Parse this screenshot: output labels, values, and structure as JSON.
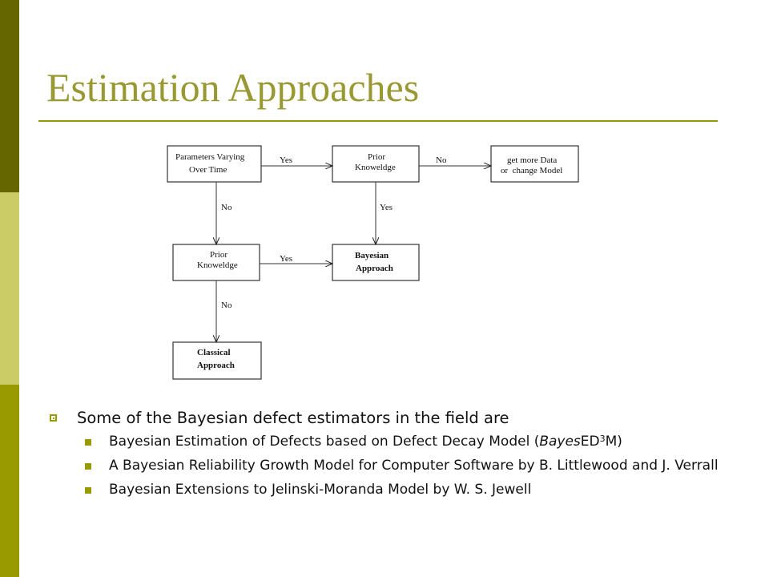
{
  "slide": {
    "title": "Estimation Approaches"
  },
  "flowchart": {
    "nodes": {
      "params": [
        "Parameters Varying",
        "Over Time"
      ],
      "prior_top": [
        "Prior",
        "Knoweldge"
      ],
      "more_data": [
        "get more Data",
        "or  change Model"
      ],
      "prior_left": [
        "Prior",
        "Knoweldge"
      ],
      "bayesian": [
        "Bayesian",
        "Approach"
      ],
      "classical": [
        "Classical",
        "Approach"
      ]
    },
    "edges": {
      "params_to_prior_top": "Yes",
      "prior_top_to_more_data": "No",
      "params_to_prior_left": "No",
      "prior_top_to_bayesian": "Yes",
      "prior_left_to_bayesian": "Yes",
      "prior_left_to_classical": "No"
    }
  },
  "bullets": {
    "main": "Some of the Bayesian defect estimators in the field are",
    "sub": [
      {
        "pre": "Bayesian  Estimation of Defects based on Defect Decay Model (",
        "italic": "Bayes",
        "mid": "ED",
        "sup": "3",
        "post": "M)"
      },
      {
        "text": "A Bayesian Reliability Growth Model for Computer Software by B. Littlewood and J. Verrall"
      },
      {
        "text": "Bayesian Extensions to Jelinski-Moranda Model by W. S. Jewell"
      }
    ]
  }
}
